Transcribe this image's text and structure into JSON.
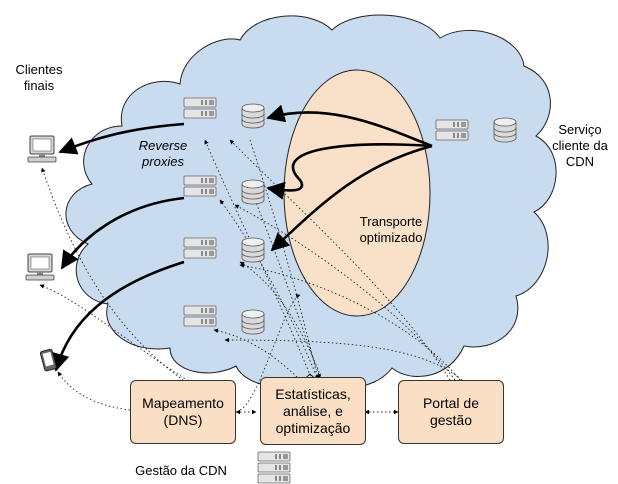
{
  "labels": {
    "clients": "Clientes\nfinais",
    "service_client": "Serviço\ncliente da\nCDN",
    "reverse_proxies": "Reverse\nproxies",
    "transport": "Transporte\noptimizado",
    "management": "Gestão da CDN"
  },
  "boxes": {
    "mapping": "Mapeamento\n(DNS)",
    "stats": "Estatísticas,\nanálise, e\noptimização",
    "portal": "Portal de\ngestão"
  },
  "colors": {
    "cloud_fill": "#c9dbef",
    "ellipse_fill": "#f9e0c8",
    "box_fill": "#fbdfc4"
  },
  "icons": [
    "server-icon",
    "database-icon",
    "computer-icon",
    "mobile-phone-icon"
  ]
}
